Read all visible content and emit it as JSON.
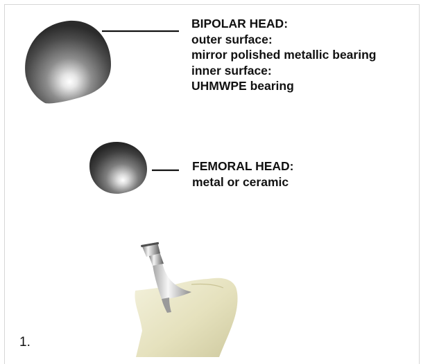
{
  "bipolar_head": {
    "lines": [
      "BIPOLAR HEAD:",
      "outer surface:",
      "mirror polished metallic bearing",
      "inner surface:",
      "UHMWPE bearing"
    ]
  },
  "femoral_head": {
    "lines": [
      "FEMORAL HEAD:",
      "metal or ceramic"
    ]
  },
  "figure_number": "1.",
  "colors": {
    "text": "#111111",
    "leader_line": "#111111",
    "metal_dark": "#2e2e2e",
    "metal_highlight": "#f2f2f2",
    "bone": "#e8e4c4"
  },
  "icons": [
    "bipolar-head-illustration",
    "femoral-head-illustration",
    "femoral-stem-illustration",
    "femur-bone-illustration"
  ]
}
